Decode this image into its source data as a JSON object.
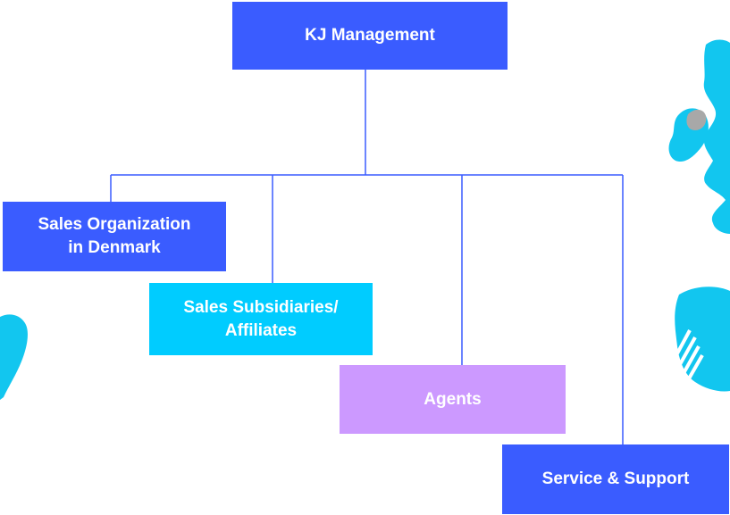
{
  "colors": {
    "top": "#3a5cff",
    "sales_denmark": "#3a5cff",
    "subsidiaries": "#00ccff",
    "agents": "#cc99ff",
    "service": "#3a5cff",
    "connector": "#3a5cff",
    "map": "#12c6ef",
    "map_grey": "#a8a8a8"
  },
  "org": {
    "top": "KJ Management",
    "children": [
      {
        "id": "sales_denmark",
        "label": "Sales Organization\n in Denmark"
      },
      {
        "id": "subsidiaries",
        "label": "Sales Subsidiaries/\nAffiliates"
      },
      {
        "id": "agents",
        "label": "Agents"
      },
      {
        "id": "service",
        "label": "Service & Support"
      }
    ]
  }
}
